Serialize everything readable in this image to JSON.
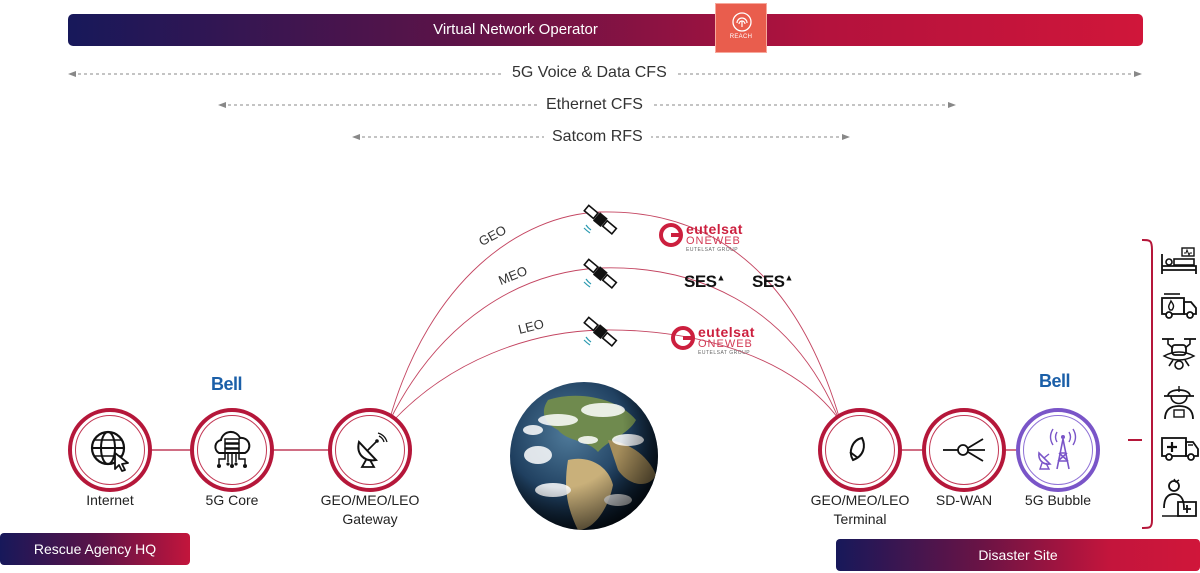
{
  "header": {
    "title": "Virtual Network Operator",
    "reach_label": "REACH"
  },
  "services": {
    "cfs_5g": "5G Voice & Data CFS",
    "cfs_ethernet": "Ethernet CFS",
    "rfs_satcom": "Satcom RFS"
  },
  "orbits": {
    "geo": "GEO",
    "meo": "MEO",
    "leo": "LEO"
  },
  "operators": {
    "eutelsat_line1": "eutelsat",
    "eutelsat_line2": "ONEWEB",
    "eutelsat_line3": "EUTELSAT GROUP",
    "ses": "SES",
    "bell": "Bell"
  },
  "nodes": {
    "internet": "Internet",
    "core": "5G Core",
    "gateway_line1": "GEO/MEO/LEO",
    "gateway_line2": "Gateway",
    "terminal_line1": "GEO/MEO/LEO",
    "terminal_line2": "Terminal",
    "sdwan": "SD-WAN",
    "bubble": "5G Bubble"
  },
  "sites": {
    "hq": "Rescue Agency HQ",
    "disaster": "Disaster Site"
  },
  "responders": [
    "hospital-bed-icon",
    "fire-truck-icon",
    "drone-icon",
    "firefighter-icon",
    "ambulance-icon",
    "first-aid-icon"
  ],
  "colors": {
    "brand_red": "#b5173a",
    "navy": "#17185a",
    "reach_orange": "#e95d4d",
    "bell_blue": "#1b5fa8",
    "purple": "#7a55c8"
  }
}
